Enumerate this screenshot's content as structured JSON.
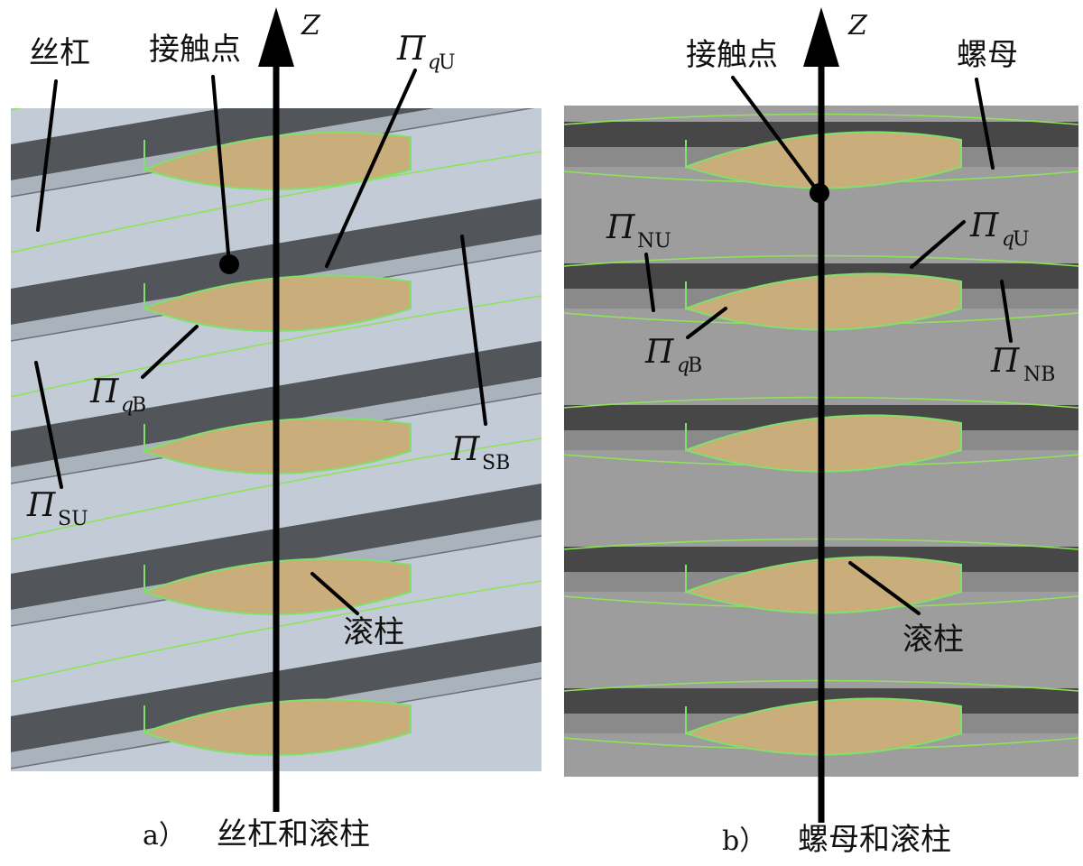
{
  "panel_a": {
    "caption_letter": "a）",
    "caption_text": "丝杠和滚柱",
    "label_screw": "丝杠",
    "label_contact": "接触点",
    "label_roller": "滚柱",
    "axis_label": "Z",
    "pi_symbol": "Π",
    "pi_qU_sub": "q",
    "pi_qU_sub2": "U",
    "pi_qB_sub": "q",
    "pi_qB_sub2": "B",
    "pi_SB_sub": "SB",
    "pi_SU_sub": "SU"
  },
  "panel_b": {
    "caption_letter": "b）",
    "caption_text": "螺母和滚柱",
    "label_nut": "螺母",
    "label_contact": "接触点",
    "label_roller": "滚柱",
    "axis_label": "Z",
    "pi_symbol": "Π",
    "pi_NU_sub": "NU",
    "pi_qU_sub": "q",
    "pi_qU_sub2": "U",
    "pi_qB_sub": "q",
    "pi_qB_sub2": "B",
    "pi_NB_sub": "NB"
  },
  "colors": {
    "screw_light": "#c3ccd6",
    "screw_mid": "#aab2bb",
    "screw_dark": "#52565b",
    "nut_light": "#9d9d9d",
    "nut_mid": "#8a8a8a",
    "nut_dark": "#474747",
    "roller": "#c9ae7c",
    "seam": "#8ee25a"
  }
}
